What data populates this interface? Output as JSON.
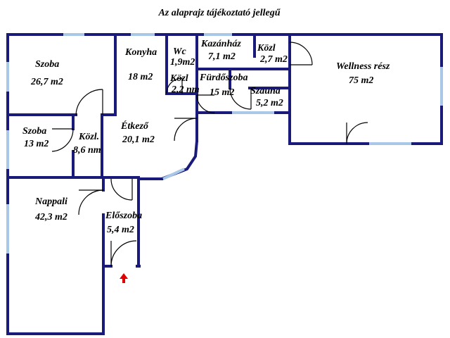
{
  "title": "Az alaprajz tájékoztató jellegű",
  "colors": {
    "wall": "#1a1a7a",
    "window": "#a9c8e8",
    "door": "#000000",
    "arrow": "#e00000"
  },
  "entrance_marker": "up-arrow-icon",
  "rooms": {
    "szoba1": {
      "name": "Szoba",
      "area": "26,7 m2"
    },
    "konyha": {
      "name": "Konyha",
      "area": "18 m2"
    },
    "wc": {
      "name": "Wc",
      "area": "1,9m2"
    },
    "kazanhaz": {
      "name": "Kazánház",
      "area": "7,1 m2"
    },
    "kozl_small": {
      "name": "Közl",
      "area": "2,7 m2"
    },
    "wellness": {
      "name": "Wellness rész",
      "area": "75 m2"
    },
    "kozl_wc": {
      "name": "Közl",
      "area": "2,2 nm"
    },
    "furdoszoba": {
      "name": "Fürdőszoba",
      "area": "15 m2"
    },
    "szauna": {
      "name": "Szauna",
      "area": "5,2 m2"
    },
    "etkezo": {
      "name": "Étkező",
      "area": "20,1 m2"
    },
    "szoba2": {
      "name": "Szoba",
      "area": "13 m2"
    },
    "kozl_hall": {
      "name": "Közl.",
      "area": "8,6 nm"
    },
    "nappali": {
      "name": "Nappali",
      "area": "42,3 m2"
    },
    "eloszoba": {
      "name": "Előszoba",
      "area": "5,4 m2"
    }
  }
}
